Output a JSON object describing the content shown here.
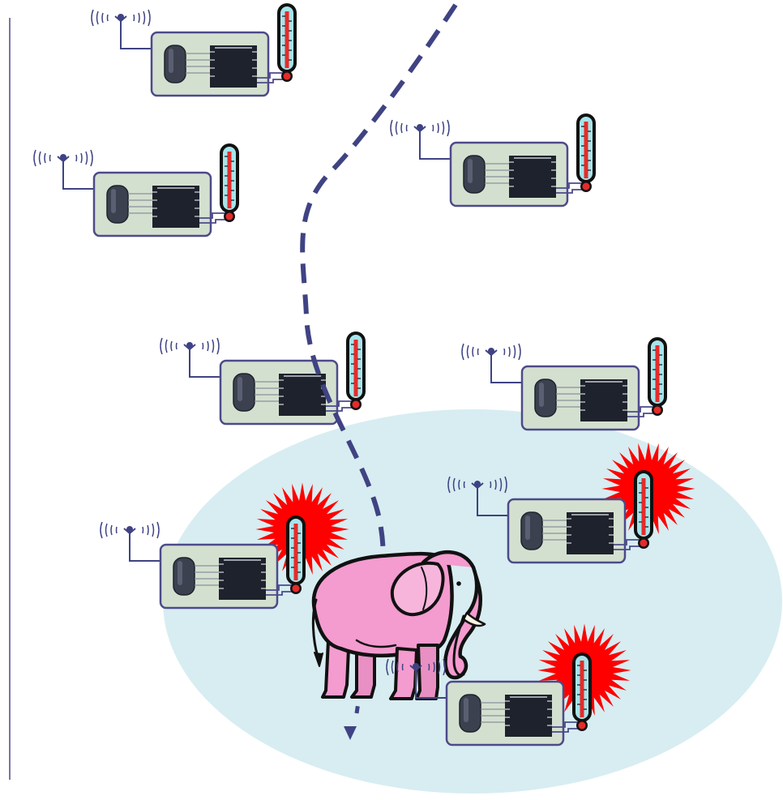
{
  "diagram": {
    "colors": {
      "background": "#ffffff",
      "zone_fill": "#d7edf1",
      "path_stroke": "#3f4383",
      "board_fill": "#d4e0cf",
      "board_stroke": "#4c4a8a",
      "chip_fill": "#1e222c",
      "battery_fill": "#3c4150",
      "thermometer_outline": "#111111",
      "thermometer_glass": "#a7e4ea",
      "thermometer_mercury": "#e52b2b",
      "alarm_burst": "#ff0000",
      "elephant_fill": "#f49bcf",
      "elephant_outline": "#111111",
      "antenna_color": "#3f4383"
    },
    "nodes": [
      {
        "id": "node-1",
        "icon": "sensor-node-icon",
        "alarm": false
      },
      {
        "id": "node-2",
        "icon": "sensor-node-icon",
        "alarm": false
      },
      {
        "id": "node-3",
        "icon": "sensor-node-icon",
        "alarm": false
      },
      {
        "id": "node-4",
        "icon": "sensor-node-icon",
        "alarm": false
      },
      {
        "id": "node-5",
        "icon": "sensor-node-icon",
        "alarm": false
      },
      {
        "id": "node-6",
        "icon": "sensor-node-icon",
        "alarm": true
      },
      {
        "id": "node-7",
        "icon": "sensor-node-icon",
        "alarm": true
      },
      {
        "id": "node-8",
        "icon": "sensor-node-icon",
        "alarm": true
      }
    ],
    "icons": {
      "antenna": "wireless-antenna-icon",
      "thermometer": "thermometer-icon",
      "alarm": "alarm-burst-icon",
      "animal": "elephant-icon",
      "path": "movement-path-arrow"
    }
  }
}
